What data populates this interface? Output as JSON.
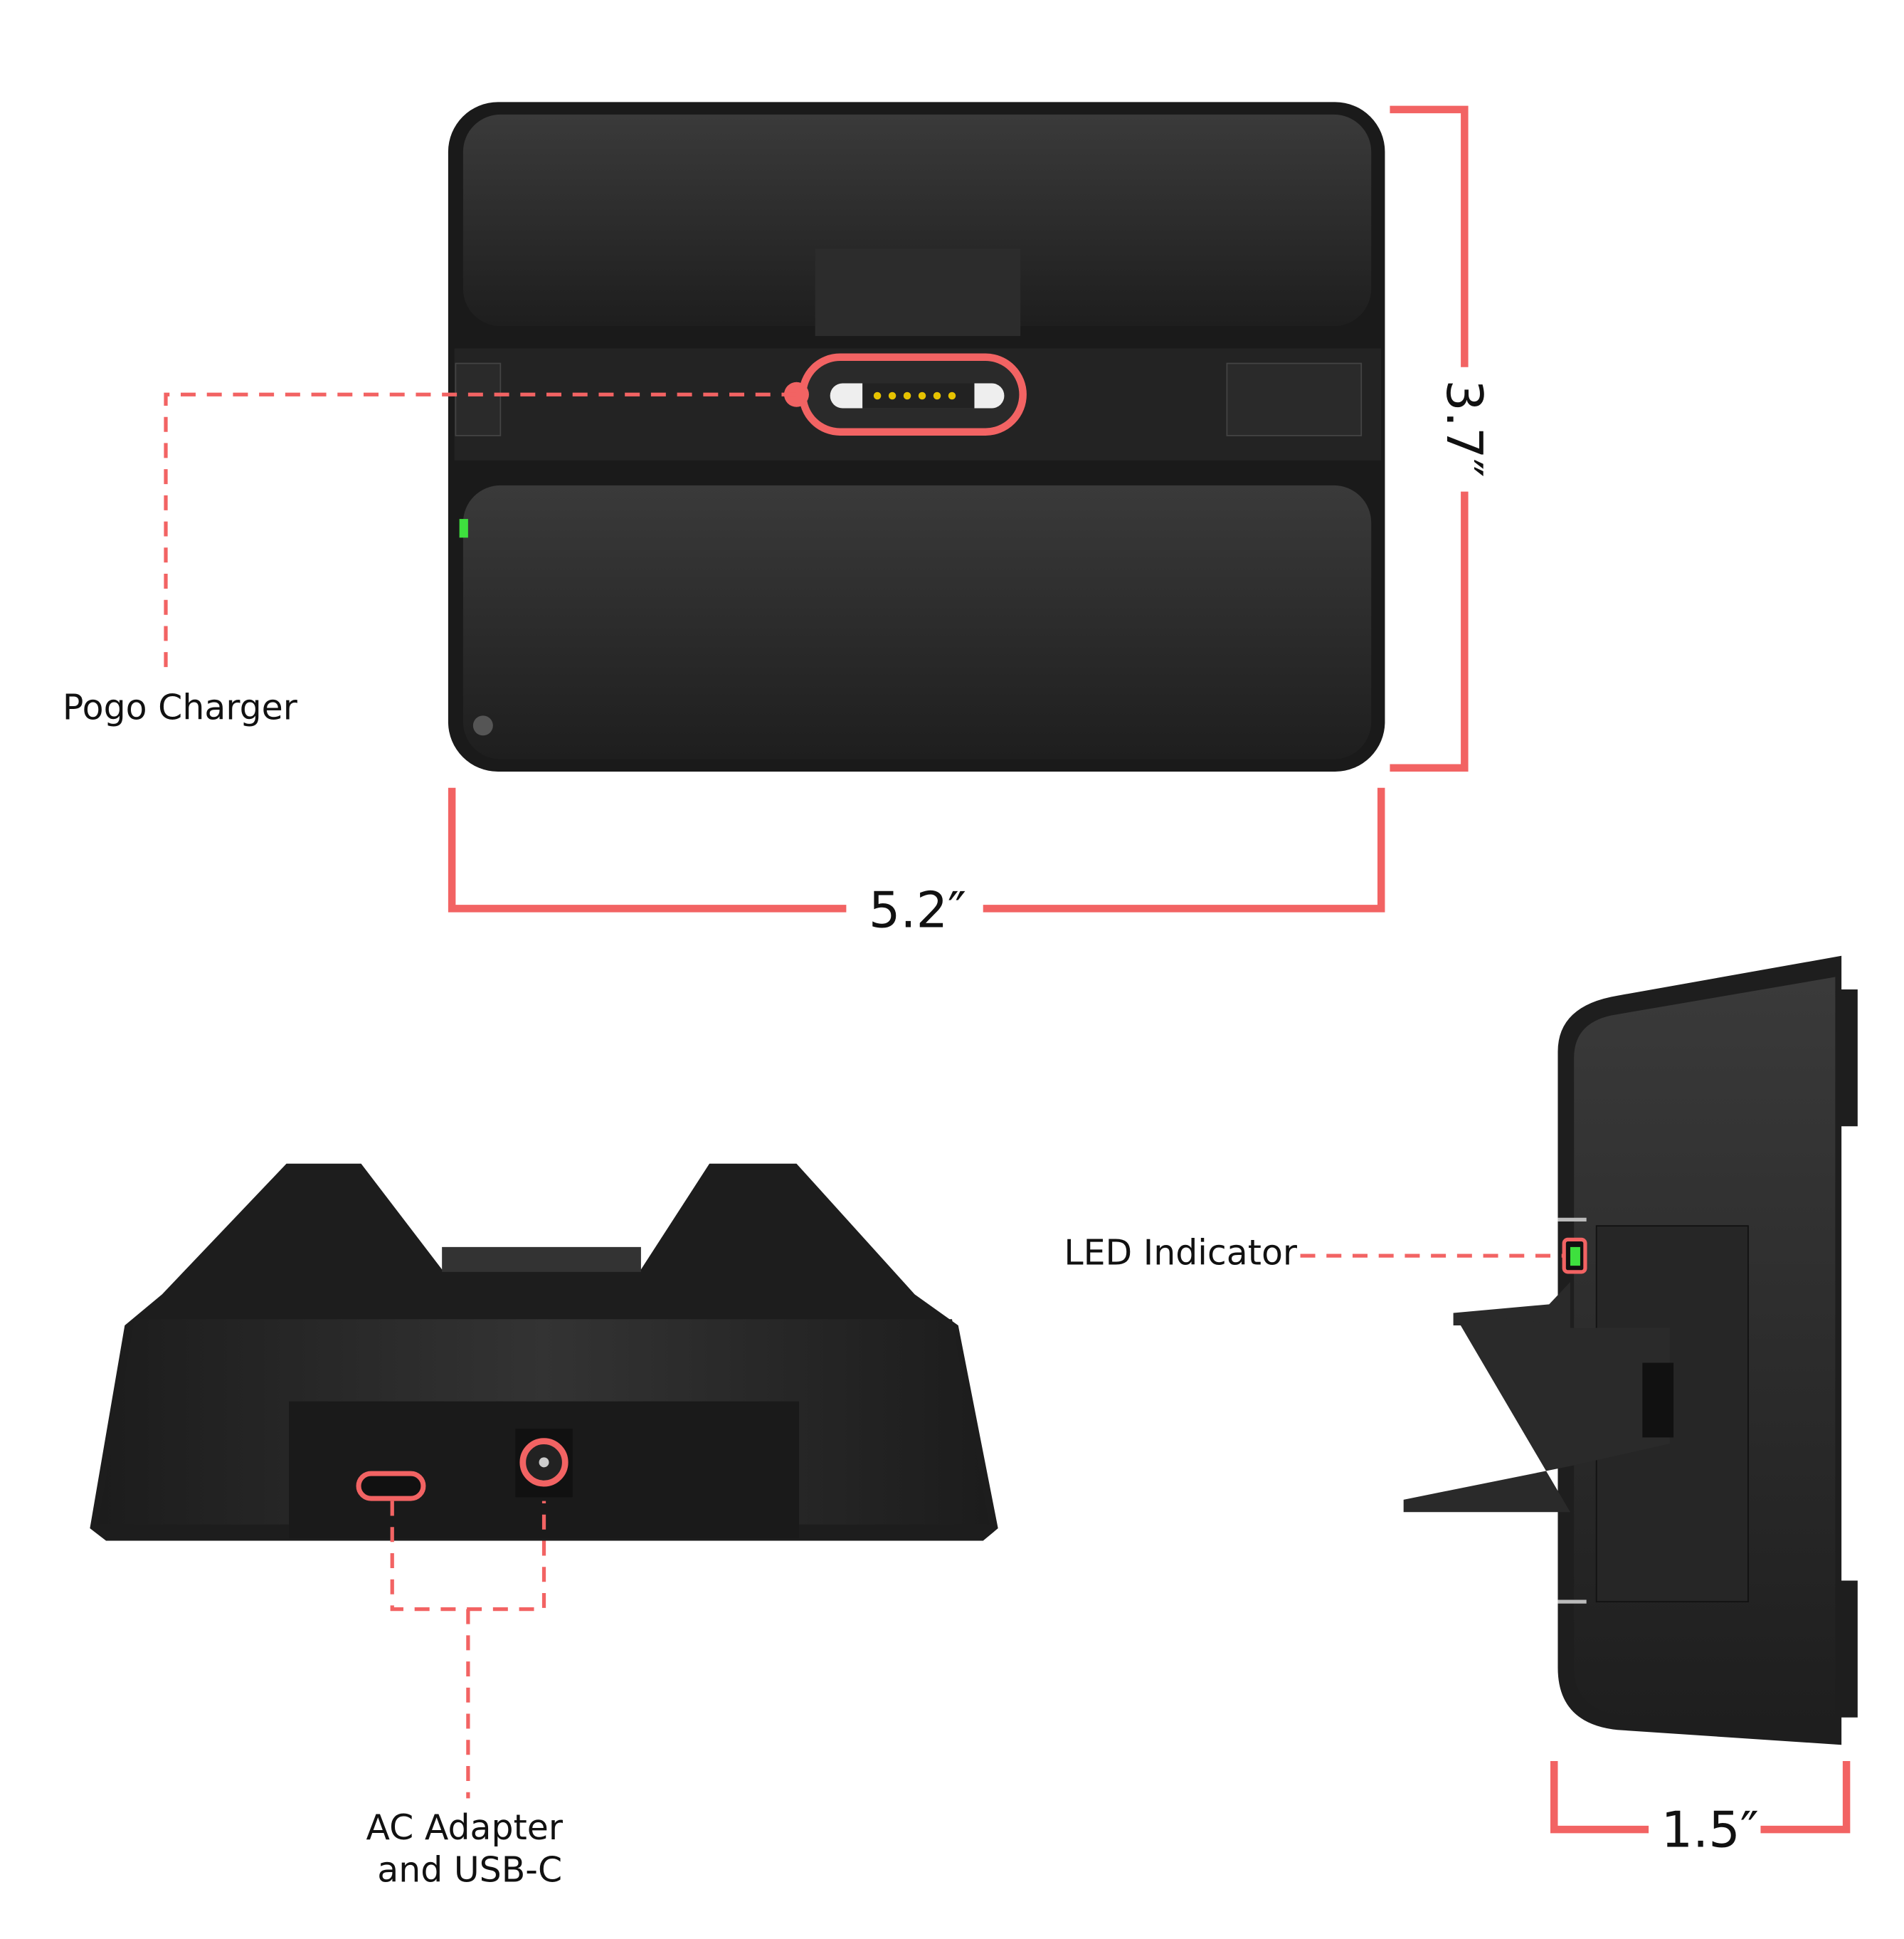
{
  "labels": {
    "pogo_charger": "Pogo Charger",
    "led_indicator": "LED Indicator",
    "ac_adapter_line1": "AC Adapter",
    "ac_adapter_line2": "and USB-C"
  },
  "dimensions": {
    "height": "3.7″",
    "width": "5.2″",
    "depth": "1.5″"
  },
  "colors": {
    "accent": "#f26363",
    "body": "#2a2a2a",
    "led": "#3ee03e"
  }
}
